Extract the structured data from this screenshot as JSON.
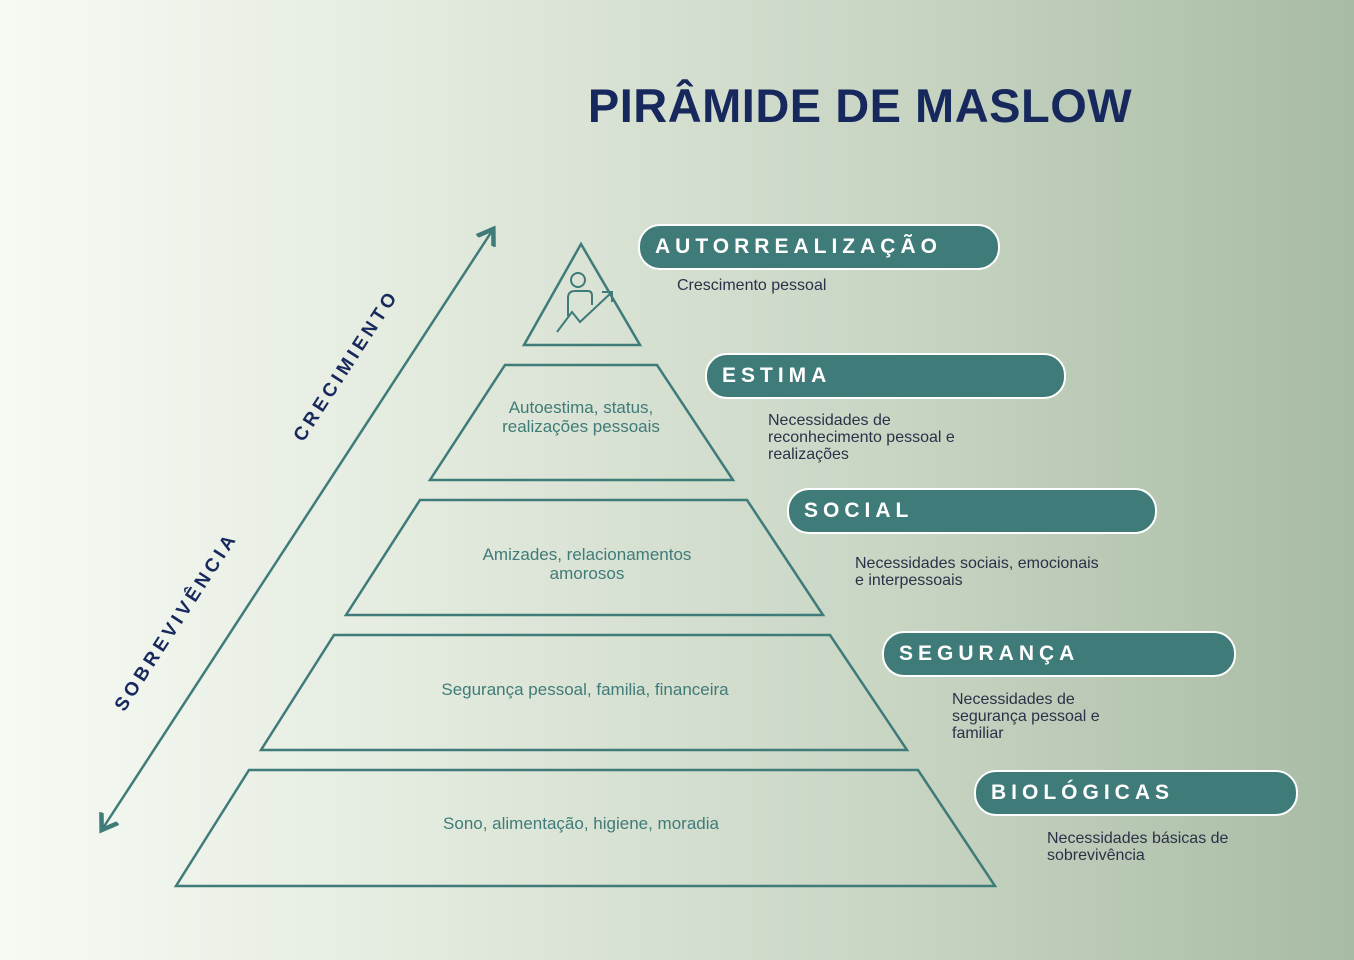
{
  "title": "PIRÂMIDE DE MASLOW",
  "axis": {
    "top": "CRECIMIENTO",
    "bottom": "SOBREVIVÊNCIA"
  },
  "levels": [
    {
      "label": "AUTORREALIZAÇÃO",
      "description": "Crescimento pessoal",
      "icon": "person-growth-icon"
    },
    {
      "label": "ESTIMA",
      "inner": "Autoestima, status,\nrealizações pessoais",
      "description": "Necessidades de\nreconhecimento pessoal e\nrealizações"
    },
    {
      "label": "SOCIAL",
      "inner": "Amizades, relacionamentos\namorosos",
      "description": "Necessidades sociais, emocionais\ne interpessoais"
    },
    {
      "label": "SEGURANÇA",
      "inner": "Segurança pessoal, familia, financeira",
      "description": "Necessidades de\nsegurança pessoal e\nfamiliar"
    },
    {
      "label": "BIOLÓGICAS",
      "inner": "Sono, alimentação, higiene, moradia",
      "description": "Necessidades básicas de\nsobrevivência"
    }
  ],
  "colors": {
    "accent": "#3f7b78",
    "title": "#17285c"
  }
}
